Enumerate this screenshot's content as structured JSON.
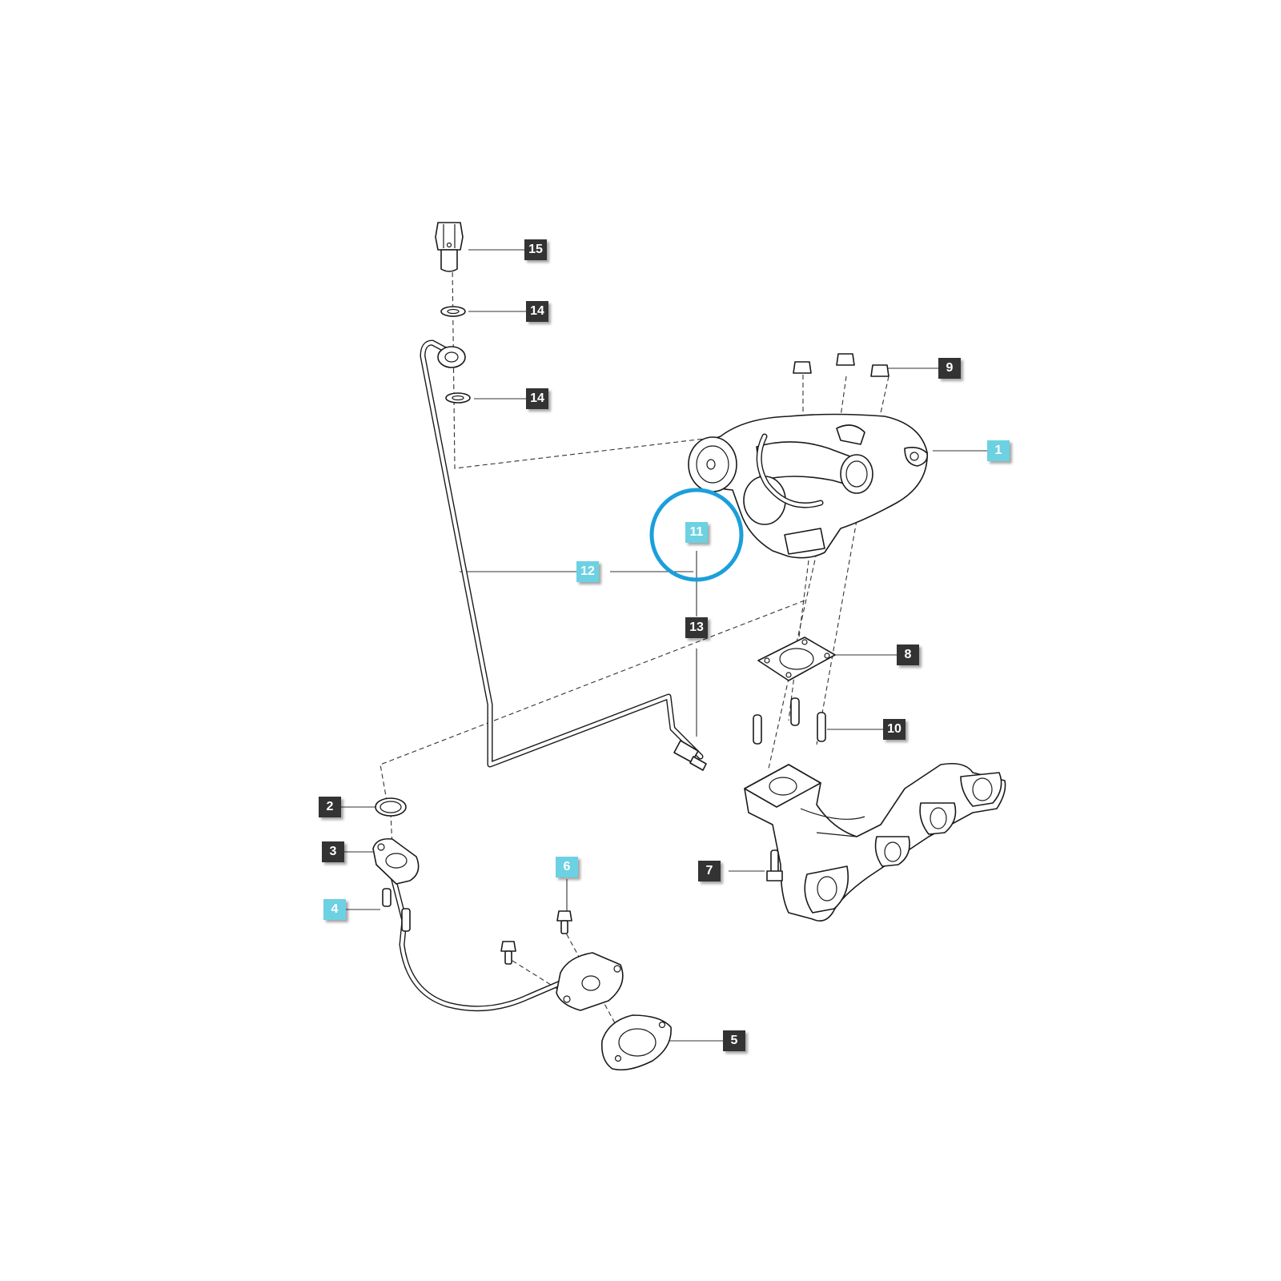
{
  "callouts": [
    {
      "id": "c15",
      "label": "15",
      "style": "dark"
    },
    {
      "id": "c14a",
      "label": "14",
      "style": "dark"
    },
    {
      "id": "c14b",
      "label": "14",
      "style": "dark"
    },
    {
      "id": "c9",
      "label": "9",
      "style": "dark"
    },
    {
      "id": "c1",
      "label": "1",
      "style": "accent"
    },
    {
      "id": "c11",
      "label": "11",
      "style": "accent"
    },
    {
      "id": "c12",
      "label": "12",
      "style": "accent"
    },
    {
      "id": "c13",
      "label": "13",
      "style": "dark"
    },
    {
      "id": "c8",
      "label": "8",
      "style": "dark"
    },
    {
      "id": "c10",
      "label": "10",
      "style": "dark"
    },
    {
      "id": "c2",
      "label": "2",
      "style": "dark"
    },
    {
      "id": "c3",
      "label": "3",
      "style": "dark"
    },
    {
      "id": "c4",
      "label": "4",
      "style": "accent"
    },
    {
      "id": "c6",
      "label": "6",
      "style": "accent"
    },
    {
      "id": "c7",
      "label": "7",
      "style": "dark"
    },
    {
      "id": "c5",
      "label": "5",
      "style": "dark"
    }
  ],
  "colors": {
    "dark_callout": "#333333",
    "accent_callout": "#6cd1e2",
    "highlight_ring": "#1b9fdc"
  }
}
